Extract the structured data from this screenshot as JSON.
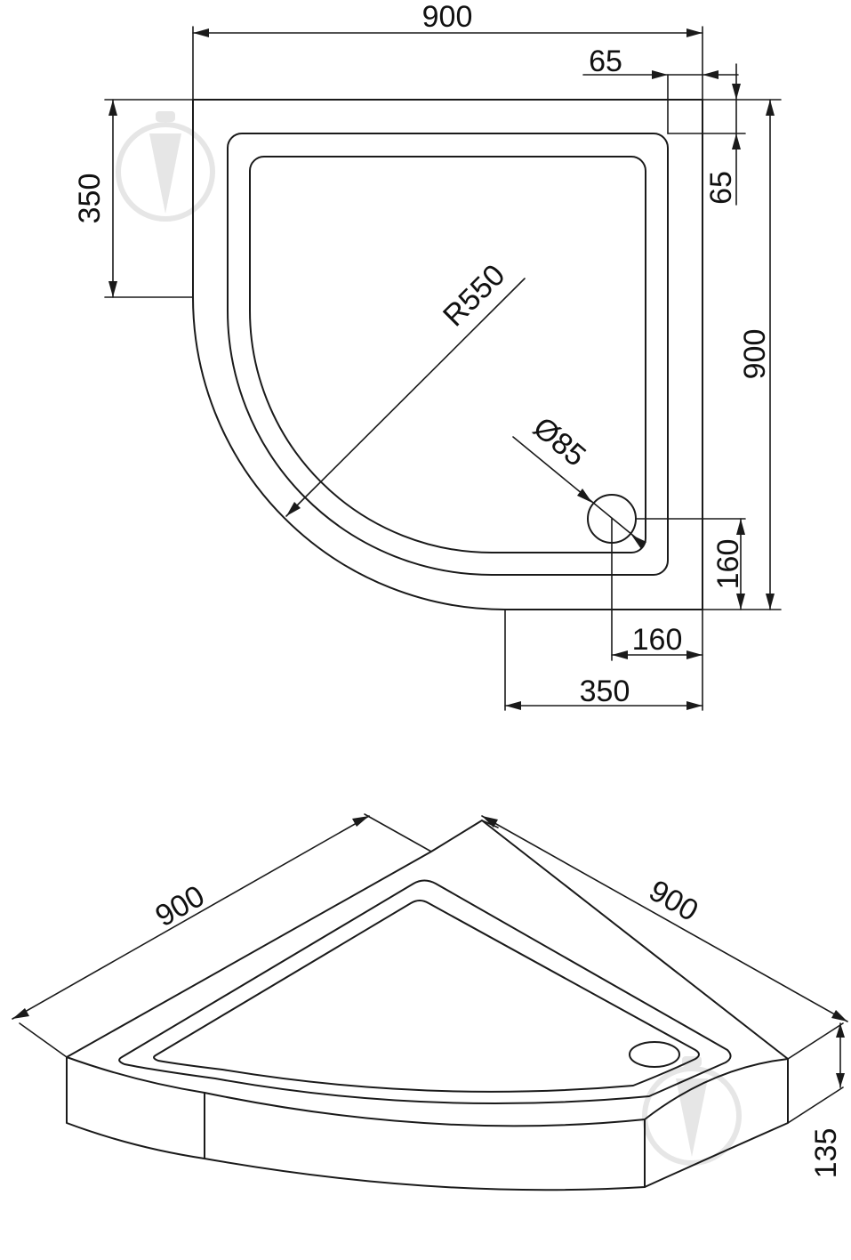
{
  "plan_view": {
    "dimensions": {
      "total_width": "900",
      "rim_width_top": "65",
      "rim_width_side": "65",
      "straight_side_left": "350",
      "total_depth": "900",
      "radius": "R550",
      "drain_diameter": "Ø85",
      "drain_offset_y": "160",
      "drain_offset_x": "160",
      "straight_side_bottom": "350"
    }
  },
  "iso_view": {
    "dimensions": {
      "left_edge": "900",
      "right_edge": "900",
      "height": "135"
    }
  },
  "watermark": {
    "icon": "shield-drop-logo-icon",
    "color": "#e6e6e6"
  },
  "line_color": "#1a1a1a"
}
